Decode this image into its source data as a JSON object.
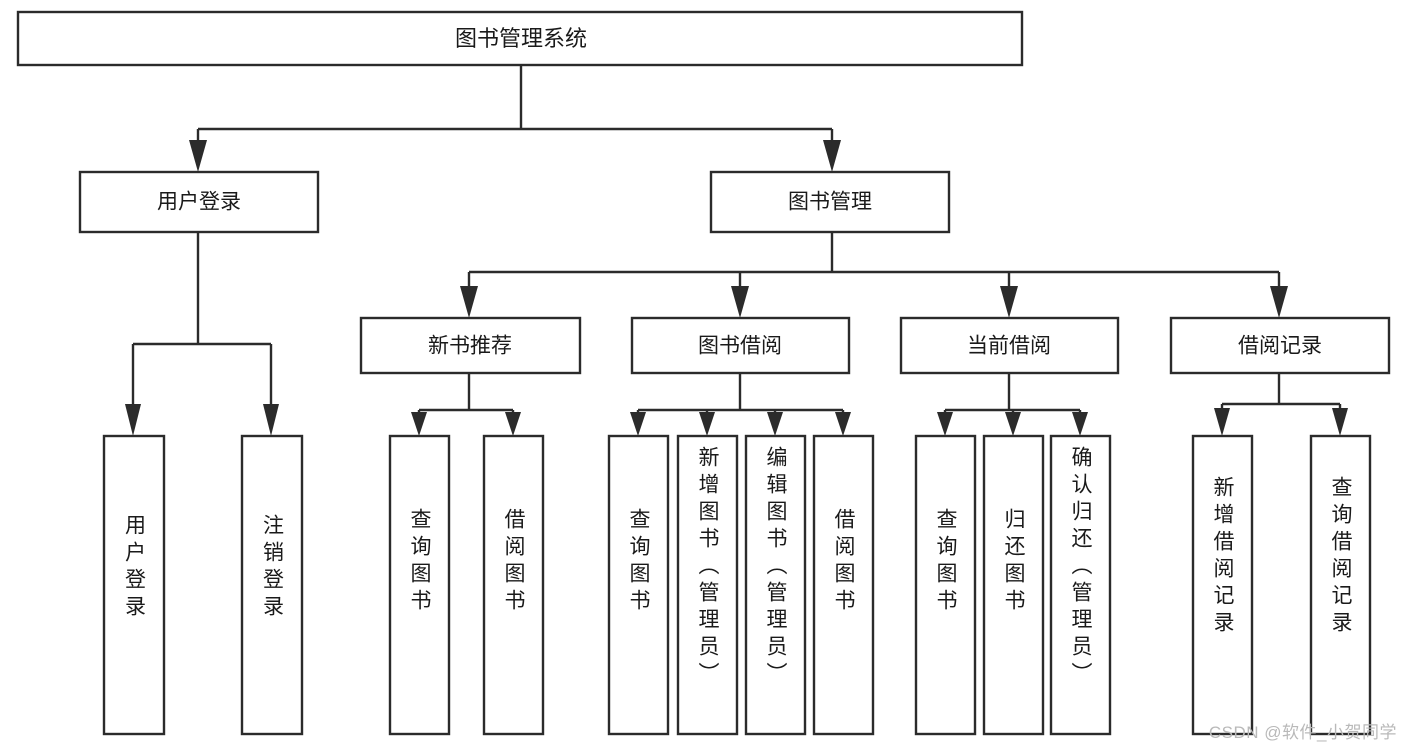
{
  "diagram": {
    "type": "tree-hierarchy",
    "title": "图书管理系统",
    "orientation": "top-down",
    "colors": {
      "background": "#ffffff",
      "box_fill": "#ffffff",
      "box_stroke": "#2b2b2b",
      "text": "#1a1a1a",
      "watermark": "#b9b9b9"
    },
    "root": {
      "label": "图书管理系统",
      "level": 1
    },
    "level2": [
      {
        "id": "user-login",
        "label": "用户登录"
      },
      {
        "id": "book-manage",
        "label": "图书管理"
      }
    ],
    "level3": [
      {
        "id": "new-book-recommend",
        "label": "新书推荐",
        "parent": "book-manage"
      },
      {
        "id": "book-borrow",
        "label": "图书借阅",
        "parent": "book-manage"
      },
      {
        "id": "current-borrow",
        "label": "当前借阅",
        "parent": "book-manage"
      },
      {
        "id": "borrow-record",
        "label": "借阅记录",
        "parent": "book-manage"
      }
    ],
    "leaves": {
      "user_login": [
        {
          "id": "leaf-user-login",
          "label": "用户登录"
        },
        {
          "id": "leaf-user-logout",
          "label": "注销登录"
        }
      ],
      "new_book_recommend": [
        {
          "id": "leaf-query-book-1",
          "label": "查询图书"
        },
        {
          "id": "leaf-borrow-book-1",
          "label": "借阅图书"
        }
      ],
      "book_borrow": [
        {
          "id": "leaf-query-book-2",
          "label": "查询图书"
        },
        {
          "id": "leaf-add-book",
          "label": "新增图书（管理员）"
        },
        {
          "id": "leaf-edit-book",
          "label": "编辑图书（管理员）"
        },
        {
          "id": "leaf-borrow-book-2",
          "label": "借阅图书"
        }
      ],
      "current_borrow": [
        {
          "id": "leaf-query-book-3",
          "label": "查询图书"
        },
        {
          "id": "leaf-return-book",
          "label": "归还图书"
        },
        {
          "id": "leaf-confirm-return",
          "label": "确认归还（管理员）"
        }
      ],
      "borrow_record": [
        {
          "id": "leaf-add-record",
          "label": "新增借阅记录"
        },
        {
          "id": "leaf-query-record",
          "label": "查询借阅记录"
        }
      ]
    }
  },
  "watermark": {
    "text": "CSDN @软件_小贺同学"
  }
}
